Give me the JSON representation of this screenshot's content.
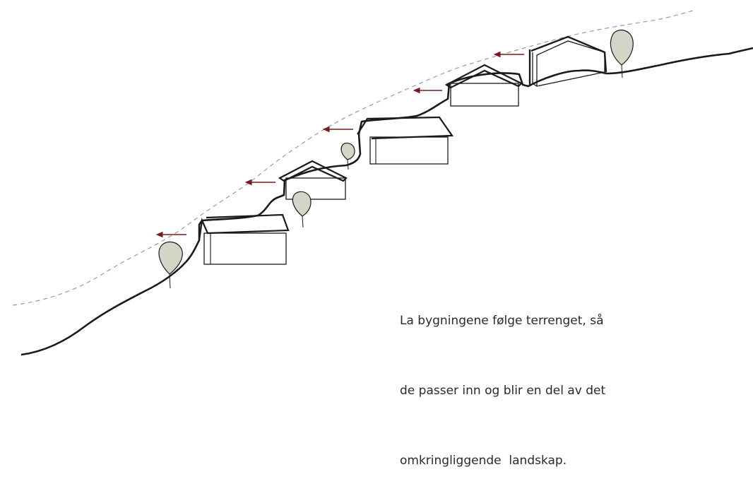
{
  "caption": {
    "line1": "La bygningene følge terrenget, så",
    "line2": "de passer inn og blir en del av det",
    "line3": "omkringliggende  landskap."
  },
  "colors": {
    "stroke": "#1a1a1a",
    "arrow": "#7a1a1a",
    "tree_fill": "#d3d6c6",
    "dashed": "#9a9a9a"
  },
  "icons": {
    "arrow": "arrow-left-icon",
    "tree": "tree-icon",
    "house": "house-icon"
  }
}
